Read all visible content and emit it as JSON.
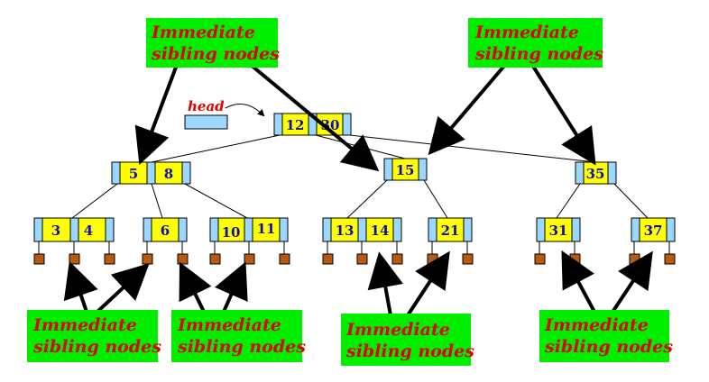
{
  "head_label": "head",
  "callout_text_line1": "Immediate",
  "callout_text_line2": "sibling nodes",
  "colors": {
    "callout_fill": "#00ee00",
    "callout_text": "#e00000",
    "key_fill": "#ffff00",
    "pointer_fill": "#9bd7ff",
    "key_text": "#1010b0",
    "leaf_fill": "#b85a10"
  },
  "tree": {
    "root": [
      "12",
      "30"
    ],
    "level1": [
      [
        "5",
        "8"
      ],
      [
        "15"
      ],
      [
        "35"
      ]
    ],
    "level2": [
      [
        "3",
        "4"
      ],
      [
        "6"
      ],
      [
        "10",
        "11"
      ],
      [
        "13",
        "14"
      ],
      [
        "21"
      ],
      [
        "31"
      ],
      [
        "37"
      ]
    ]
  }
}
